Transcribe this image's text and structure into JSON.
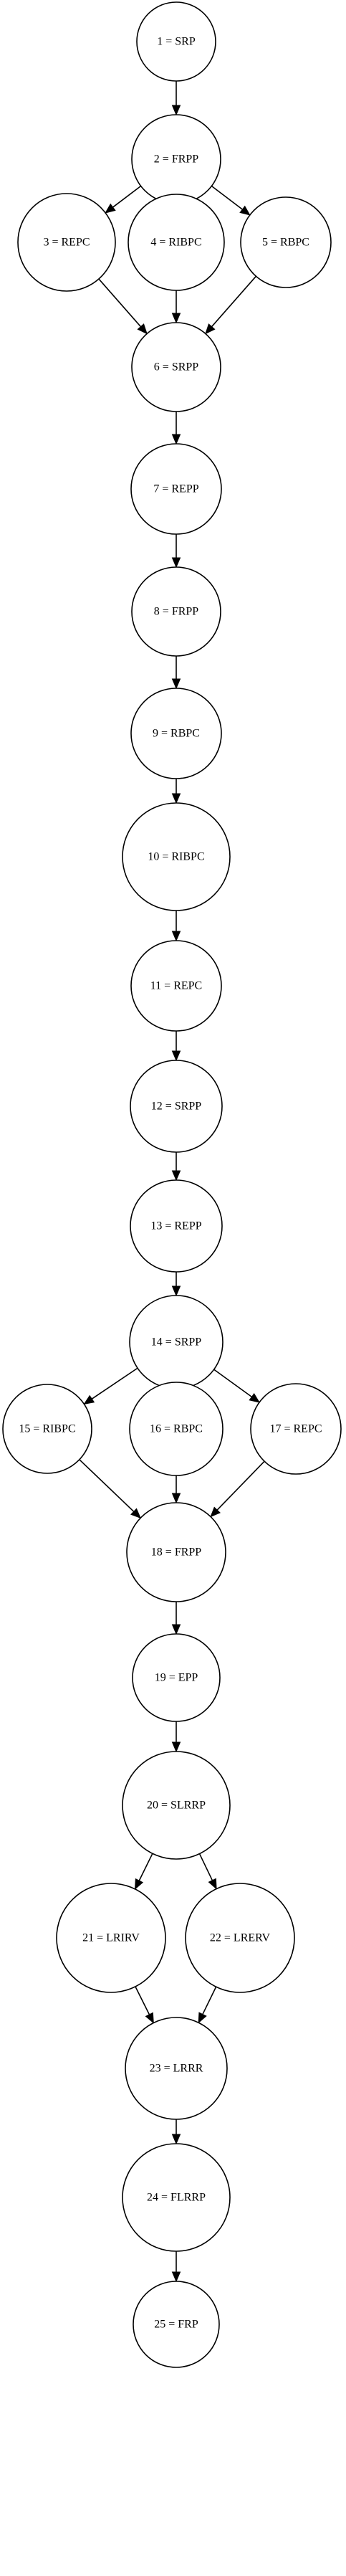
{
  "diagram": {
    "type": "directed-graph",
    "nodes": [
      {
        "id": "n1",
        "label": "1 = SRP"
      },
      {
        "id": "n2",
        "label": "2 = FRPP"
      },
      {
        "id": "n3",
        "label": "3 = REPC"
      },
      {
        "id": "n4",
        "label": "4 = RIBPC"
      },
      {
        "id": "n5",
        "label": "5 = RBPC"
      },
      {
        "id": "n6",
        "label": "6 = SRPP"
      },
      {
        "id": "n7",
        "label": "7 = REPP"
      },
      {
        "id": "n8",
        "label": "8 = FRPP"
      },
      {
        "id": "n9",
        "label": "9 = RBPC"
      },
      {
        "id": "n10",
        "label": "10 = RIBPC"
      },
      {
        "id": "n11",
        "label": "11 = REPC"
      },
      {
        "id": "n12",
        "label": "12 = SRPP"
      },
      {
        "id": "n13",
        "label": "13 = REPP"
      },
      {
        "id": "n14",
        "label": "14 = SRPP"
      },
      {
        "id": "n15",
        "label": "15 = RIBPC"
      },
      {
        "id": "n16",
        "label": "16 = RBPC"
      },
      {
        "id": "n17",
        "label": "17 = REPC"
      },
      {
        "id": "n18",
        "label": "18 = FRPP"
      },
      {
        "id": "n19",
        "label": "19 = EPP"
      },
      {
        "id": "n20",
        "label": "20 = SLRRP"
      },
      {
        "id": "n21",
        "label": "21 = LRIRV"
      },
      {
        "id": "n22",
        "label": "22 = LRERV"
      },
      {
        "id": "n23",
        "label": "23 = LRRR"
      },
      {
        "id": "n24",
        "label": "24 = FLRRP"
      },
      {
        "id": "n25",
        "label": "25 = FRP"
      }
    ],
    "edges": [
      {
        "from": "n1",
        "to": "n2"
      },
      {
        "from": "n2",
        "to": "n3"
      },
      {
        "from": "n2",
        "to": "n4"
      },
      {
        "from": "n2",
        "to": "n5"
      },
      {
        "from": "n3",
        "to": "n6"
      },
      {
        "from": "n4",
        "to": "n6"
      },
      {
        "from": "n5",
        "to": "n6"
      },
      {
        "from": "n6",
        "to": "n7"
      },
      {
        "from": "n7",
        "to": "n8"
      },
      {
        "from": "n8",
        "to": "n9"
      },
      {
        "from": "n9",
        "to": "n10"
      },
      {
        "from": "n10",
        "to": "n11"
      },
      {
        "from": "n11",
        "to": "n12"
      },
      {
        "from": "n12",
        "to": "n13"
      },
      {
        "from": "n13",
        "to": "n14"
      },
      {
        "from": "n14",
        "to": "n15"
      },
      {
        "from": "n14",
        "to": "n16"
      },
      {
        "from": "n14",
        "to": "n17"
      },
      {
        "from": "n15",
        "to": "n18"
      },
      {
        "from": "n16",
        "to": "n18"
      },
      {
        "from": "n17",
        "to": "n18"
      },
      {
        "from": "n18",
        "to": "n19"
      },
      {
        "from": "n19",
        "to": "n20"
      },
      {
        "from": "n20",
        "to": "n21"
      },
      {
        "from": "n20",
        "to": "n22"
      },
      {
        "from": "n21",
        "to": "n23"
      },
      {
        "from": "n22",
        "to": "n23"
      },
      {
        "from": "n23",
        "to": "n24"
      },
      {
        "from": "n24",
        "to": "n25"
      }
    ]
  }
}
